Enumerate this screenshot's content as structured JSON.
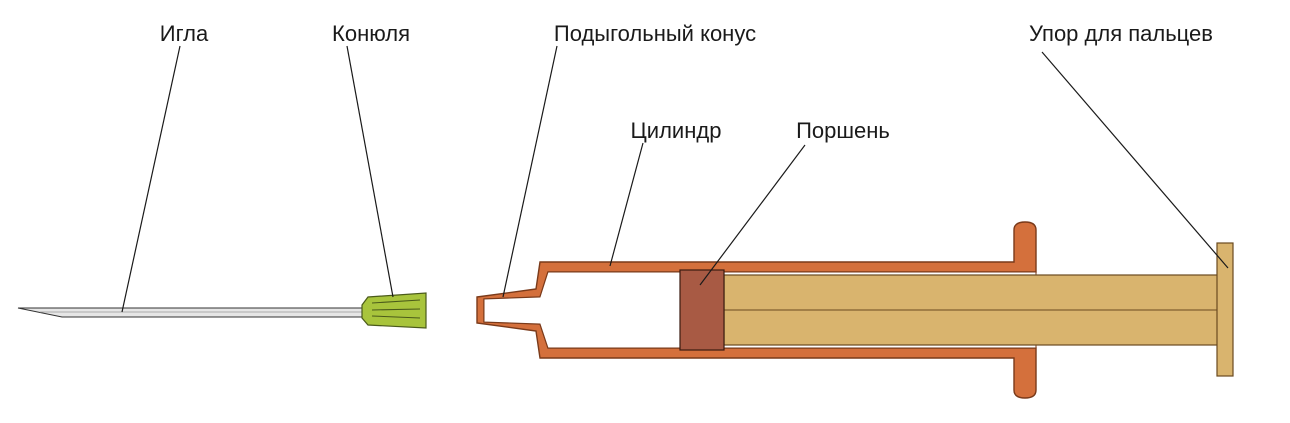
{
  "labels": {
    "needle": "Игла",
    "cannula": "Конюля",
    "needle_cone": "Подыгольный конус",
    "finger_rest": "Упор для пальцев",
    "cylinder": "Цилиндр",
    "piston": "Поршень"
  },
  "colors": {
    "barrel_outline": "#d4703c",
    "barrel_stroke": "#7a3a1a",
    "piston": "#a85a44",
    "plunger_rod": "#d9b46e",
    "plunger_stroke": "#6a4a20",
    "needle_hub": "#a8c43c",
    "needle_shaft": "#e6e6e6",
    "leader_line": "#1a1a1a"
  }
}
